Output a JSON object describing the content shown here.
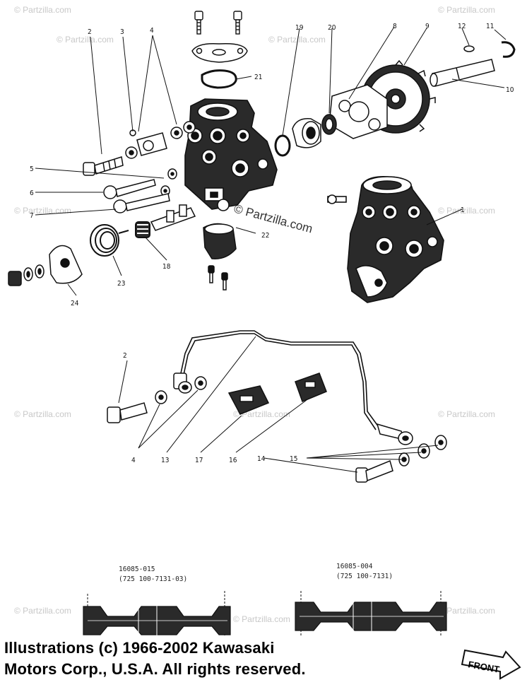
{
  "watermark": "© Partzilla.com",
  "watermark_center": "© Partzilla.com",
  "callouts": [
    "1",
    "2",
    "3",
    "4",
    "5",
    "6",
    "7",
    "8",
    "9",
    "10",
    "11",
    "12",
    "13",
    "14",
    "15",
    "16",
    "17",
    "18",
    "19",
    "20",
    "21",
    "22",
    "23",
    "24"
  ],
  "lower_labels": {
    "left_part_no": "16085-015",
    "left_ref": "(725 100-7131-03)",
    "right_part_no": "16085-004",
    "right_ref": "(725 100-7131)"
  },
  "copyright": {
    "line1": "Illustrations (c) 1966-2002 Kawasaki",
    "line2": "Motors Corp., U.S.A.  All rights reserved."
  },
  "front_label": "FRONT"
}
